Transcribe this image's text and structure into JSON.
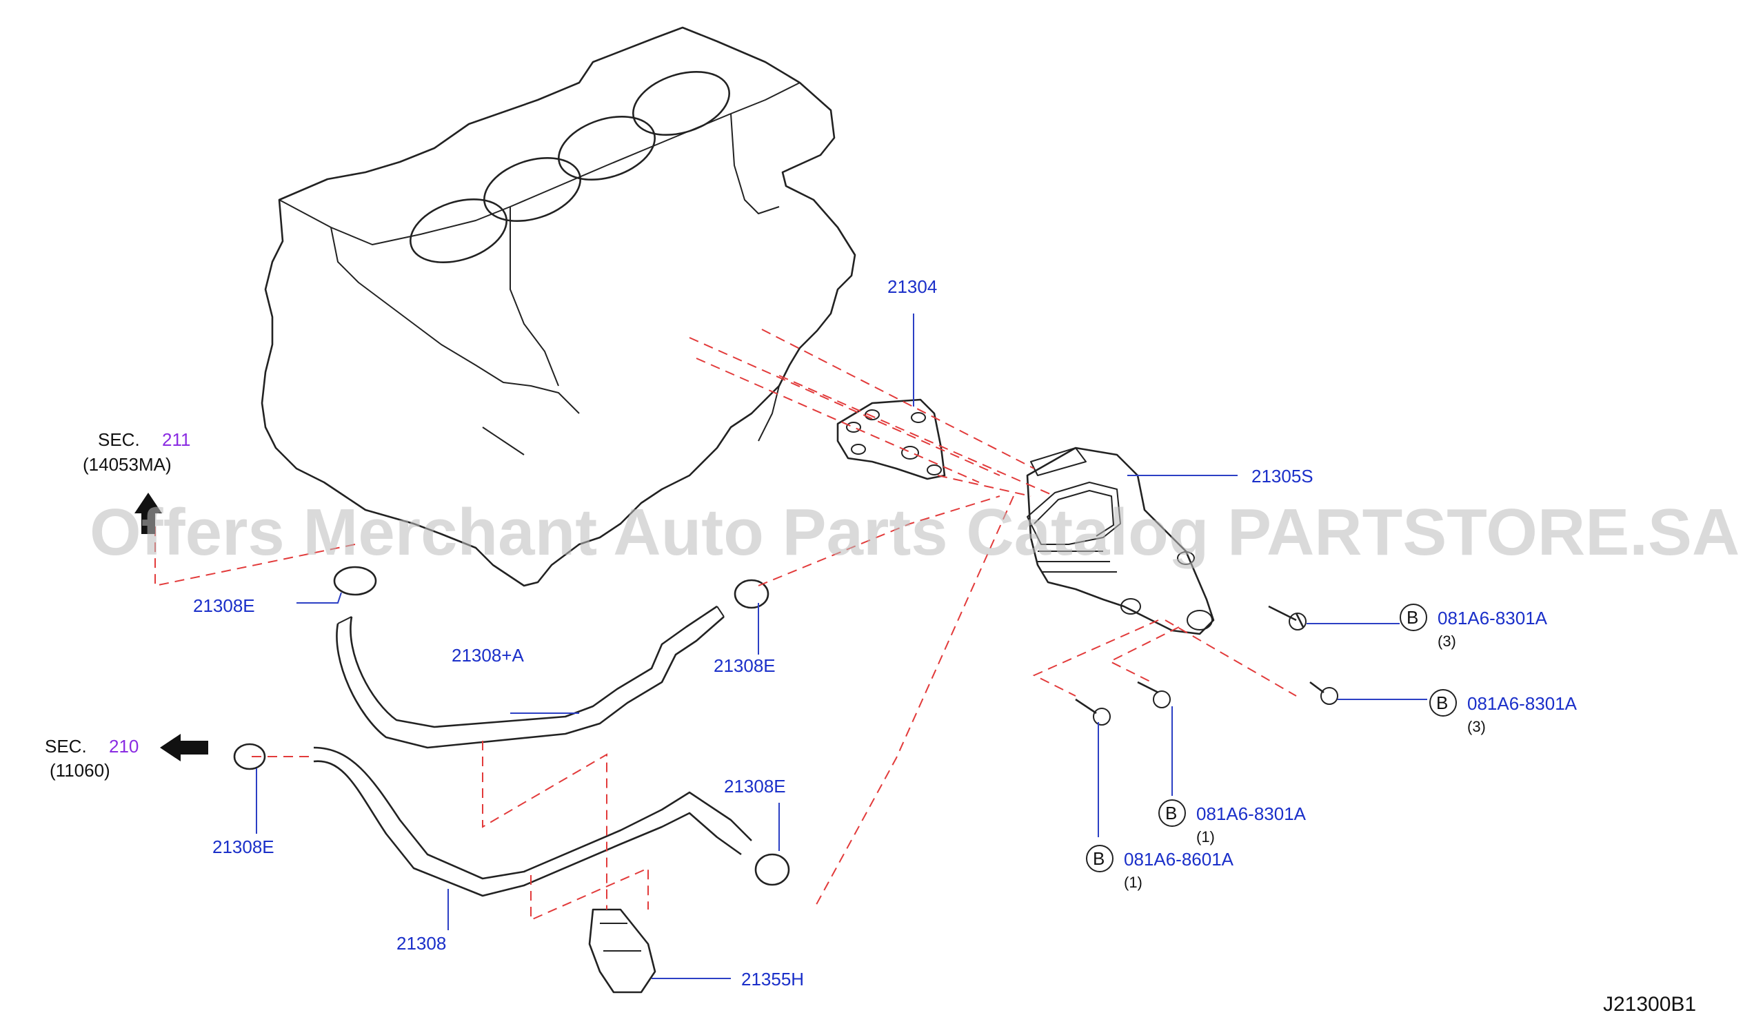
{
  "diagram_id": "J21300B1",
  "watermark": "Offers Merchant Auto Parts Catalog PARTSTORE.SA",
  "section_refs": [
    {
      "prefix": "SEC.",
      "number": "211",
      "code": "(14053MA)"
    },
    {
      "prefix": "SEC.",
      "number": "210",
      "code": "(11060)"
    }
  ],
  "parts": {
    "p21304": "21304",
    "p21305S": "21305S",
    "p21308E_1": "21308E",
    "p21308E_2": "21308E",
    "p21308E_3": "21308E",
    "p21308E_4": "21308E",
    "p21308A": "21308+A",
    "p21308": "21308",
    "p21355H": "21355H"
  },
  "bolts": [
    {
      "marker": "B",
      "part": "081A6-8301A",
      "qty": "(3)"
    },
    {
      "marker": "B",
      "part": "081A6-8301A",
      "qty": "(3)"
    },
    {
      "marker": "B",
      "part": "081A6-8301A",
      "qty": "(1)"
    },
    {
      "marker": "B",
      "part": "081A6-8601A",
      "qty": "(1)"
    }
  ],
  "colors": {
    "part_label": "#1a2fc9",
    "section_number": "#8a2be2",
    "dashed_line": "#e23a3a",
    "drawing": "#222222"
  }
}
